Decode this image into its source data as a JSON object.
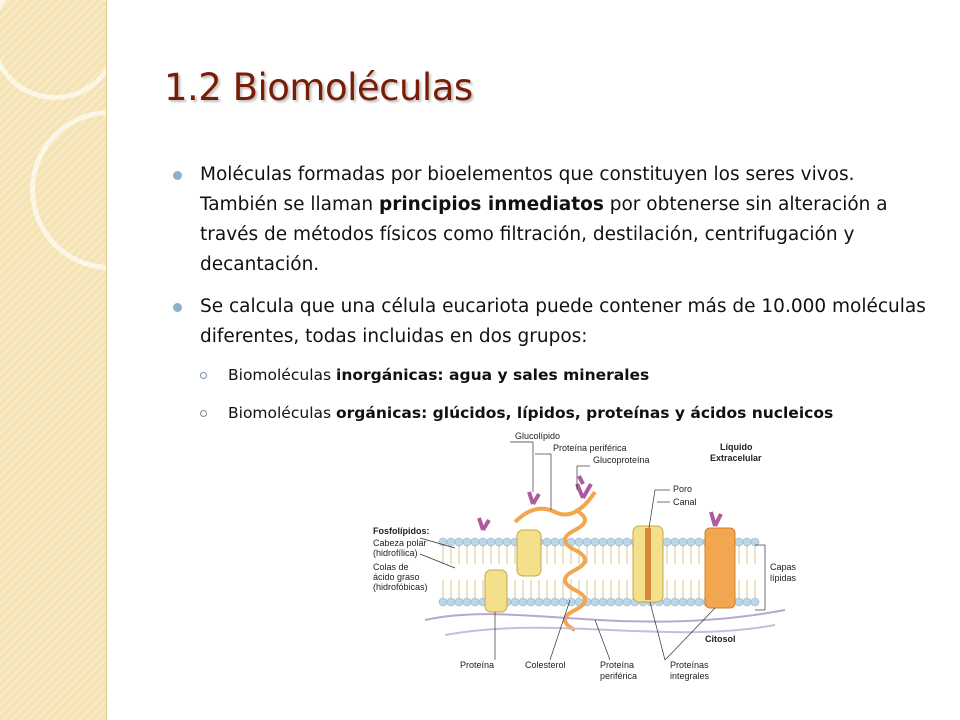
{
  "slide": {
    "title": "1.2 Biomoléculas",
    "bullet1": {
      "pre": "Moléculas formadas por bioelementos que constituyen los seres vivos. También se llaman ",
      "bold": "principios inmediatos",
      "post": " por obtenerse sin alteración a través de métodos físicos como filtración, destilación, centrifugación y decantación."
    },
    "bullet2": {
      "text": "Se calcula que una célula eucariota puede contener más de 10.000 moléculas diferentes, todas incluidas en dos grupos:"
    },
    "sub_items": [
      {
        "pre": "Biomoléculas ",
        "bold": "inorgánicas: agua y sales minerales"
      },
      {
        "pre": "Biomoléculas ",
        "bold": "orgánicas: glúcidos, lípidos, proteínas y ácidos nucleicos"
      }
    ]
  },
  "diagram": {
    "labels": {
      "glucolipido": "Glucolípido",
      "proteina_periferica_top": "Proteína periférica",
      "glucoproteina": "Glucoproteína",
      "liquido_line1": "Líquido",
      "liquido_line2": "Extracelular",
      "poro": "Poro",
      "canal": "Canal",
      "fosfolipidos": "Fosfolípidos:",
      "cabeza_1": "Cabeza polar",
      "cabeza_2": "(hidrofílica)",
      "colas_1": "Colas de",
      "colas_2": "ácido graso",
      "colas_3": "(hidrofóbicas)",
      "capas_1": "Capas",
      "capas_2": "lípidas",
      "citosol": "Citosol",
      "proteina": "Proteína",
      "colesterol": "Colesterol",
      "proteina_periferica_b1": "Proteína",
      "proteina_periferica_b2": "periférica",
      "proteinas_integrales_1": "Proteínas",
      "proteinas_integrales_2": "integrales"
    },
    "colors": {
      "lipid_head": "#bcd7ea",
      "protein_yellow": "#f4df8a",
      "protein_orange": "#f2a650",
      "sugar_purple": "#b05a9e"
    }
  }
}
